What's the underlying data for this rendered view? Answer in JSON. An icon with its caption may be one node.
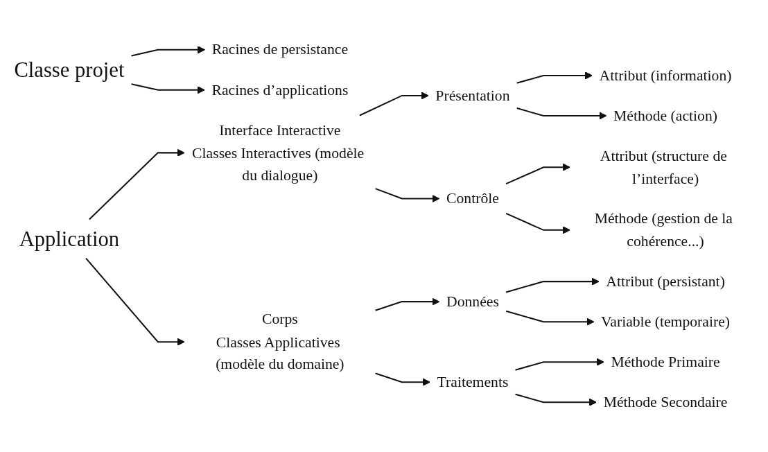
{
  "diagram": {
    "nodes": [
      {
        "text": [
          "Classe projet"
        ]
      },
      {
        "text": [
          "Racines de persistance"
        ]
      },
      {
        "text": [
          "Racines d’applications"
        ]
      },
      {
        "text": [
          "Application"
        ]
      },
      {
        "text": [
          "Interface Interactive",
          "Classes Interactives (modèle du dialogue)"
        ]
      },
      {
        "text": [
          "Présentation"
        ]
      },
      {
        "text": [
          "Attribut (information)"
        ]
      },
      {
        "text": [
          "Méthode (action)"
        ]
      },
      {
        "text": [
          "Contrôle"
        ]
      },
      {
        "text": [
          "Attribut (structure de l’interface)"
        ]
      },
      {
        "text": [
          "Méthode (gestion de la cohérence...)"
        ]
      },
      {
        "text": [
          "Corps",
          "Classes Applicatives (modèle du domaine)"
        ]
      },
      {
        "text": [
          "Données"
        ]
      },
      {
        "text": [
          "Attribut (persistant)"
        ]
      },
      {
        "text": [
          "Variable (temporaire)"
        ]
      },
      {
        "text": [
          "Traitements"
        ]
      },
      {
        "text": [
          "Méthode Primaire"
        ]
      },
      {
        "text": [
          "Méthode Secondaire"
        ]
      }
    ],
    "edges": [
      {
        "from": 0,
        "to": 1,
        "arrow": "to"
      },
      {
        "from": 0,
        "to": 2,
        "arrow": "to"
      },
      {
        "from": 3,
        "to": 4,
        "arrow": "to"
      },
      {
        "from": 3,
        "to": 11,
        "arrow": "to"
      },
      {
        "from": 4,
        "to": 5,
        "arrow": "to"
      },
      {
        "from": 4,
        "to": 8,
        "arrow": "to"
      },
      {
        "from": 5,
        "to": 6,
        "arrow": "to"
      },
      {
        "from": 5,
        "to": 7,
        "arrow": "to"
      },
      {
        "from": 8,
        "to": 9,
        "arrow": "to"
      },
      {
        "from": 8,
        "to": 10,
        "arrow": "to"
      },
      {
        "from": 11,
        "to": 12,
        "arrow": "to"
      },
      {
        "from": 11,
        "to": 15,
        "arrow": "to"
      },
      {
        "from": 12,
        "to": 13,
        "arrow": "to"
      },
      {
        "from": 12,
        "to": 14,
        "arrow": "to"
      },
      {
        "from": 15,
        "to": 16,
        "arrow": "to"
      },
      {
        "from": 15,
        "to": 17,
        "arrow": "to"
      }
    ]
  }
}
